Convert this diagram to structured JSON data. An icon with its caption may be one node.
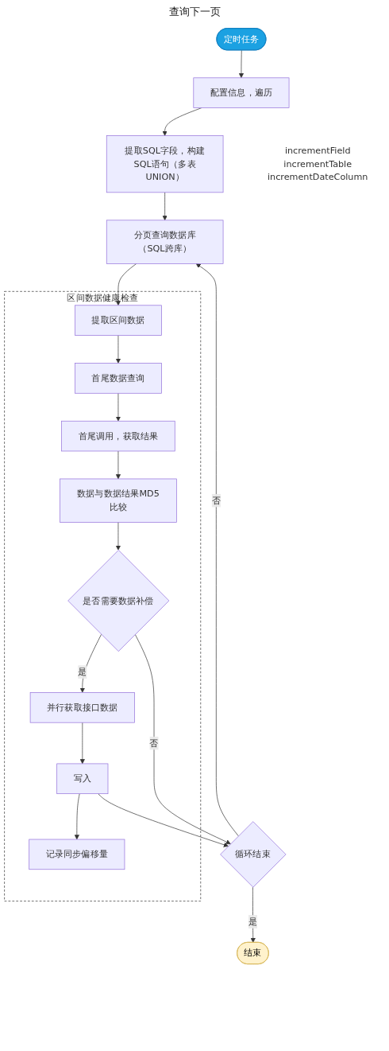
{
  "diagram": {
    "nodes": [
      {
        "text": [
          "定时任务"
        ]
      },
      {
        "text": [
          "配置信息，遍历"
        ],
        "beside": [
          "incrementField",
          "incrementTable",
          "incrementDateColumn"
        ]
      },
      {
        "text": [
          "提取SQL字段，构建SQL语句（多表UNION）"
        ]
      },
      {
        "text": [
          "分页查询数据库（SQL跨库）"
        ]
      },
      {
        "text": [
          "区间数据健康检查"
        ]
      },
      {
        "text": [
          "提取区间数据"
        ],
        "in": 4
      },
      {
        "text": [
          "首尾数据查询"
        ],
        "in": 4
      },
      {
        "text": [
          "首尾调用，获取结果"
        ],
        "in": 4
      },
      {
        "text": [
          "数据与数据结果MD5比较"
        ],
        "in": 4
      },
      {
        "text": [
          "是否需要数据补偿"
        ],
        "in": 4
      },
      {
        "text": [
          "并行获取接口数据"
        ],
        "in": 4
      },
      {
        "text": [
          "写入"
        ],
        "in": 4
      },
      {
        "text": [
          "记录同步偏移量"
        ],
        "in": 4
      },
      {
        "text": [
          "循环结束"
        ]
      },
      {
        "text": [
          "结束"
        ]
      }
    ],
    "edges": [
      {
        "from": 0,
        "to": 1,
        "arrow": "to"
      },
      {
        "from": 1,
        "to": 2,
        "arrow": "to"
      },
      {
        "from": 2,
        "to": 3,
        "arrow": "to"
      },
      {
        "from": 3,
        "to": 5,
        "arrow": "to"
      },
      {
        "from": 5,
        "to": 6,
        "arrow": "to"
      },
      {
        "from": 6,
        "to": 7,
        "arrow": "to"
      },
      {
        "from": 7,
        "to": 8,
        "arrow": "to"
      },
      {
        "from": 8,
        "to": 9,
        "arrow": "to"
      },
      {
        "from": 9,
        "to": 10,
        "label": "是",
        "arrow": "to"
      },
      {
        "from": 9,
        "to": 13,
        "label": "否",
        "arrow": "to"
      },
      {
        "from": 10,
        "to": 11,
        "arrow": "to"
      },
      {
        "from": 11,
        "to": 12,
        "arrow": "to"
      },
      {
        "from": 11,
        "to": 13,
        "arrow": "to"
      },
      {
        "from": 13,
        "to": 14,
        "label": "是",
        "arrow": "to"
      },
      {
        "from": 13,
        "to": 3,
        "label": "否",
        "arrow": "to"
      }
    ],
    "labels": [
      "查询下一页"
    ]
  }
}
